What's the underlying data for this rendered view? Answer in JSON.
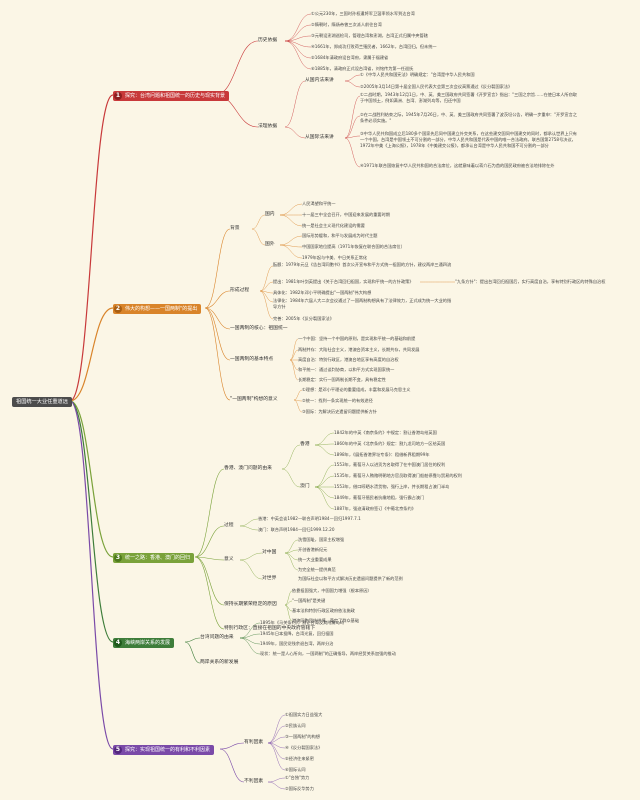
{
  "root": "祖国统一大业任重道远",
  "topics": [
    {
      "num": "1",
      "label": "探究：台湾问题和祖国统一的历史与现实背景",
      "color": "#c8393a"
    },
    {
      "num": "2",
      "label": "伟大的构想——一国两制\"的提出",
      "color": "#d9842a"
    },
    {
      "num": "3",
      "label": "统一之路：香港、澳门的回归",
      "color": "#7aa23a"
    },
    {
      "num": "4",
      "label": "海峡两岸关系的发展",
      "color": "#3e7d3a"
    },
    {
      "num": "5",
      "label": "探究：实现祖国统一的有利和不利因素",
      "color": "#7a4aa8"
    }
  ],
  "t1": {
    "hist": "历史依据",
    "hist_items": [
      "①公元230年，三国时孙权遣将军卫温率领水军到达台湾",
      "②隋朝时，隋炀帝曾三次派人前往台湾",
      "③元朝设澎湖巡检司，管理台湾和澎湖，台湾正式归属中央管辖",
      "④1661年，郑成功打败荷兰殖民者，1662年，台湾回归。但未统一",
      "⑤1684年清政府设台湾府，隶属于福建省",
      "⑥1885年，清政府正式设台湾省，刘铭传为第一任巡抚"
    ],
    "law": "法理依据",
    "law_a": "从国内法来讲",
    "law_a_items": [
      "①《中华人民共和国宪法》明确规定：\"台湾是中华人民共和国",
      "②2005年3月14日第十届全国人民代表大会第三次会议高票通过《反分裂国家法》"
    ],
    "law_b": "从国际法来讲",
    "law_b_items": [
      "①二战时期，1943年12月1日，中、英、美三国政府共同签署《开罗宣言》指出：\"三国之宗旨……在使日本人所窃取于中国领土，例如满洲、台湾、澎湖列岛等，归还中国",
      "②在二战胜利结束之际，1945年7月26日，中、英、美三国政府共同签署了波茨坦公告，明确一步重申：\"开罗宣言之条件必须实施。\"",
      "③中华人民共和国成立后180多个国家先后同中国建立外交关系，在这些建交国同中国建交的同时，都承认世界上只有一个中国，台湾是中国领土不可分割的一部分，中华人民共和国是代表中国的唯一合法政府。联合国第2758号决议，1972年中美《上海公报》，1978年《中美建交公报》，都承认台湾是中华人民共和国不可分割的一部分",
      "④1971年联合国恢复中华人民共和国的合法席位，这就意味着以蒋介石为首的国民政府被合法地排除在外"
    ]
  },
  "t2": {
    "need": "背景",
    "domestic": "国内",
    "dom_items": [
      "人民渴望和平统一",
      "十一届三中全会召开，中国迎来发展的重要时期",
      "统一是社会主义现代化建设的需要"
    ],
    "intl": "国外",
    "intl_items": [
      "国际形势缓和，和平与发展成为时代主题",
      "中国国家地位提高（1971年恢复在联合国的合法席位）",
      "1979年起与中美、中日关系正常化"
    ],
    "form": "形成过程",
    "form_items": [
      "酝酿：1979年元旦《告台湾同胞书》首次公开宣布和平方式统一祖国的方针，建议两岸三通四流",
      "提出：1981年叶剑英提出《关于台湾回归祖国，实现和平统一的方针政策》",
      "具体化：1982年邓小平明确提出\"一国两制\"伟大构想",
      "法律化：1984年六届人大二次会议通过了一国两制构想具有了法律效力，正式成为统一大业的指导方针",
      "完善：2005年《反分裂国家法》"
    ],
    "form_side": "\"九条方针\"：提出台湾回归祖国后，实行高度自治，享有特别行政区的特殊自治权",
    "core": "一国两制的核心：祖国统一",
    "basic": "一国两制的基本特点",
    "basic_items": [
      "一个中国：坚持一个中国的原则，是实现和平统一的基础和前提",
      "两制并存：大陆社会主义，港澳台资本主义，长期共存，共同发展",
      "高度自治：特别行政区，港澳台地区享有高度的自治权",
      "和平统一：通过谈判协商，以和平方式实现国家统一",
      "长期稳定：实行一国两制长期不变，具有稳定性"
    ],
    "sig": "\"一国两制\"构想的意义",
    "sig_items": [
      "①理想：是邓小平理论的重要组成，丰富和发展马克思主义",
      "②统一：找到一条实现统一的有效途径",
      "③国际：为解决历史遗留问题提供新方针"
    ]
  },
  "t3": {
    "bg": "香港、澳门问题的由来",
    "hk": "香港",
    "hk_items": [
      "1842年的中英《南京条约》中规定：割让香港岛给英国",
      "1860年的中英《北京条约》规定：割九龙司地方一区给英国",
      "1898年，《展拓香港界址专条》：租借新界租期99年"
    ],
    "mo": "澳门",
    "mo_items": [
      "1553年，葡萄牙人以进贡为名取得了在中国澳门居住的权利",
      "1535年，葡萄牙人贿赂明朝地方官员取得澳门船舶停靠与贸易的权利",
      "1553年，借口晾晒水渍货物，强行上岸，并长期租占澳门半岛",
      "1849年，葡萄牙殖民者抗缴地租，强行霸占澳门",
      "1887年，强迫清政府签订《中葡北京条约》"
    ],
    "proc": "过程",
    "proc_items": [
      "香港：中英会谈1982—联合声明1984—回归1997.7.1",
      "澳门：联合声明1984—回归1999.12.20"
    ],
    "mean": "意义",
    "mean_a": "对中国",
    "mean_a_items": [
      "洗雪国耻，国家主权增强",
      "开创香港新纪元",
      "统一大业重要成果",
      "为完全统一提供典范"
    ],
    "mean_b": "对世界",
    "mean_b_text": "为国际社会以和平方式解决历史遗留问题提供了新的范例",
    "keep": "保持长期繁荣稳定的原因",
    "keep_items": [
      "依靠祖国强大，中国国力增强（根本原因）",
      "\"一国两制\"是关键",
      "基本法和特别行政区政府依法施政",
      "港澳同胞团结拼搏，奠定了群众基础"
    ],
    "sar": "特别行政区：直接在祖国的中央政府管辖下"
  },
  "t4": {
    "a": "台湾问题的由来",
    "a_items": [
      "1895年《马关条约》，割让台湾及其附属岛屿",
      "1945年日本投降，台湾光复，回归祖国",
      "1949年，国民党残余退台湾，两岸分治",
      "现状：统一是人心所向，一国两制\"的正确指导，两岸经贸关系加强的推动"
    ],
    "b": "两岸关系的新发展"
  },
  "t5": {
    "good": "有利因素",
    "good_items": [
      "①祖国实力日益强大",
      "②民族认同",
      "③一国两制\"的构想",
      "④《反分裂国家法》",
      "⑤经济往来紧密",
      "⑥国际认同"
    ],
    "bad": "不利因素",
    "bad_items": [
      "①\"台独\"势力",
      "②国际反华势力"
    ]
  }
}
